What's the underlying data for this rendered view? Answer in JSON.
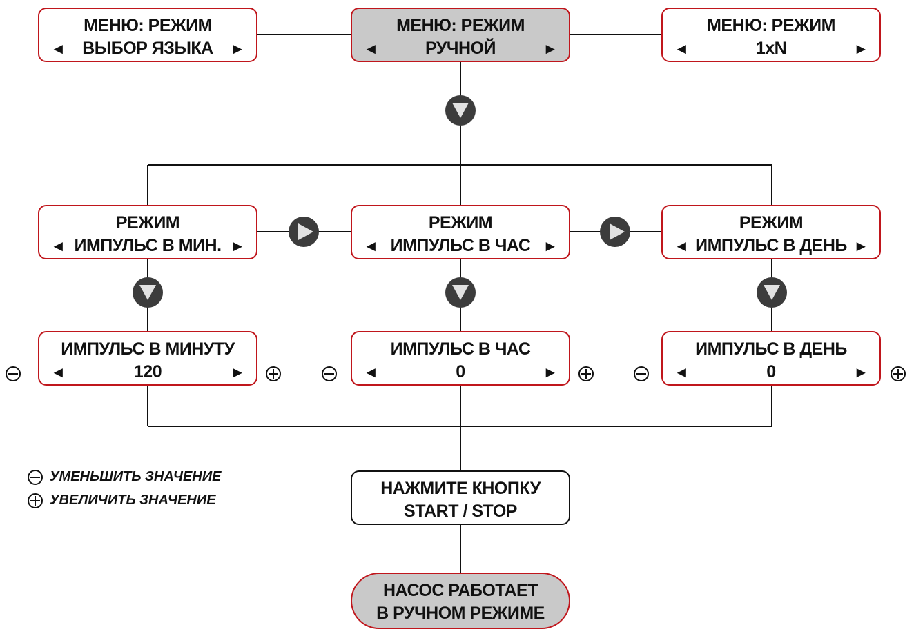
{
  "colors": {
    "border_red": "#c0161c",
    "highlight_fill": "#c9c9c9",
    "node_circle": "#3c3c3c"
  },
  "menu": {
    "left": {
      "title": "МЕНЮ: РЕЖИМ",
      "value": "ВЫБОР ЯЗЫКА"
    },
    "center": {
      "title": "МЕНЮ: РЕЖИМ",
      "value": "РУЧНОЙ"
    },
    "right": {
      "title": "МЕНЮ: РЕЖИМ",
      "value": "1xN"
    }
  },
  "mode": {
    "title": "РЕЖИМ",
    "per_min": "ИМПУЛЬС В МИН.",
    "per_hour": "ИМПУЛЬС В ЧАС",
    "per_day": "ИМПУЛЬС В ДЕНЬ"
  },
  "values": {
    "per_min": {
      "title": "ИМПУЛЬС В МИНУТУ",
      "value": "120"
    },
    "per_hour": {
      "title": "ИМПУЛЬС В ЧАС",
      "value": "0"
    },
    "per_day": {
      "title": "ИМПУЛЬС В ДЕНЬ",
      "value": "0"
    }
  },
  "press": {
    "line1": "НАЖМИТЕ КНОПКУ",
    "line2": "START / STOP"
  },
  "result": {
    "line1": "НАСОС РАБОТАЕТ",
    "line2": "В РУЧНОМ РЕЖИМЕ"
  },
  "legend": {
    "minus": "УМЕНЬШИТЬ ЗНАЧЕНИЕ",
    "plus": "УВЕЛИЧИТЬ ЗНАЧЕНИЕ"
  },
  "icons": {
    "left_arrow": "◄",
    "right_arrow": "►"
  }
}
